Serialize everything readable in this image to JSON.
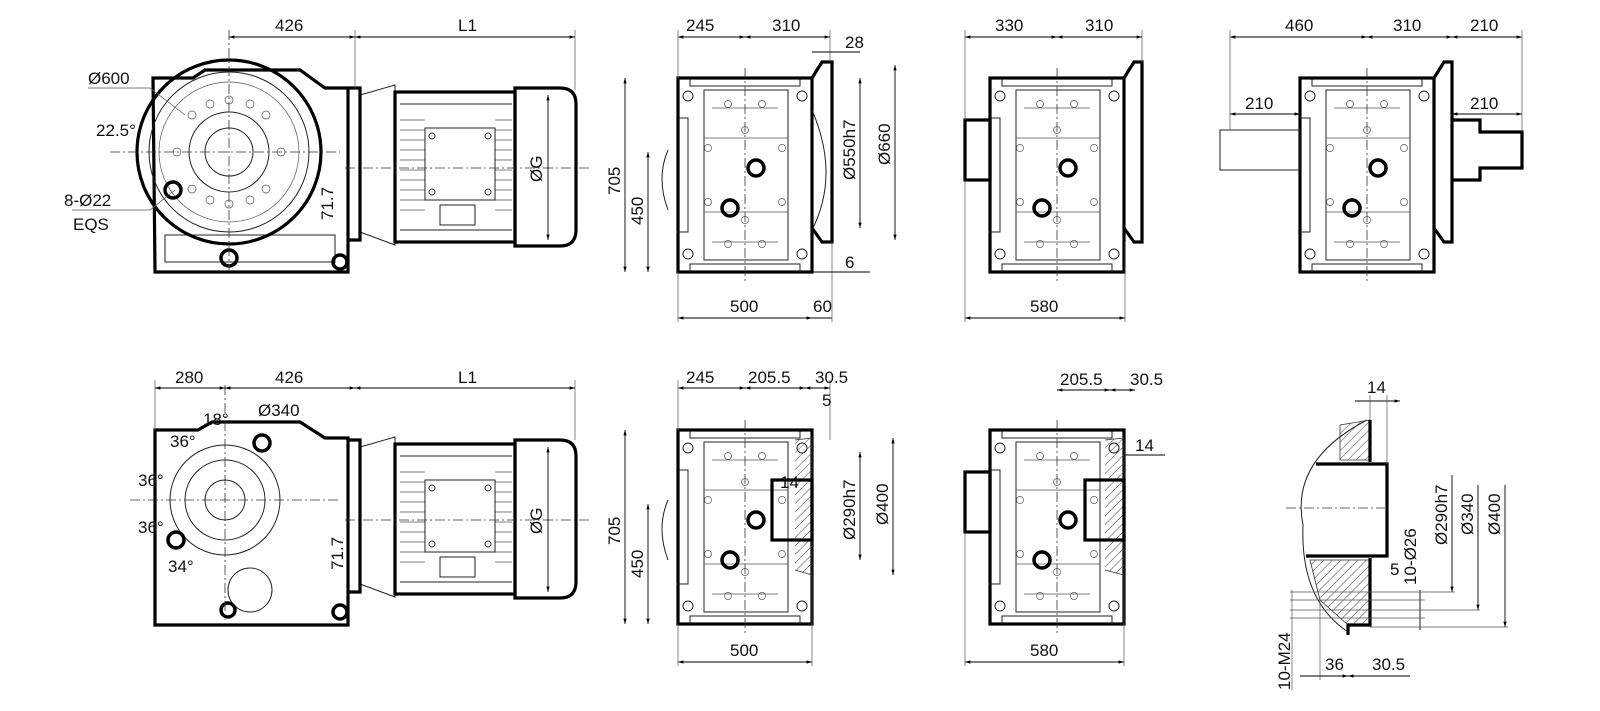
{
  "title": "K-series helical-bevel gear motor dimension drawing",
  "views": [
    {
      "name": "top-front-view",
      "labels": [
        "426",
        "L1",
        "Ø600",
        "22.5°",
        "8-Ø22",
        "EQS",
        "71.7",
        "ØG"
      ]
    },
    {
      "name": "top-side-view-flange",
      "labels": [
        "245",
        "310",
        "28",
        "Ø550h7",
        "Ø660",
        "705",
        "450",
        "6",
        "500",
        "60"
      ]
    },
    {
      "name": "top-side-view-hollow",
      "labels": [
        "330",
        "310",
        "580"
      ]
    },
    {
      "name": "top-side-view-shaft",
      "labels": [
        "460",
        "310",
        "210",
        "210",
        "210"
      ]
    },
    {
      "name": "bottom-front-view",
      "labels": [
        "280",
        "426",
        "L1",
        "18°",
        "Ø340",
        "36°",
        "36°",
        "36°",
        "34°",
        "71.7",
        "ØG"
      ]
    },
    {
      "name": "bottom-side-view-flange",
      "labels": [
        "245",
        "205.5",
        "30.5",
        "5",
        "14",
        "Ø290h7",
        "Ø400",
        "705",
        "450",
        "500"
      ]
    },
    {
      "name": "bottom-side-view-hollow",
      "labels": [
        "205.5",
        "30.5",
        "14",
        "580"
      ]
    },
    {
      "name": "flange-detail",
      "labels": [
        "14",
        "Ø290h7",
        "Ø340",
        "Ø400",
        "10-Ø26",
        "5",
        "10-M24",
        "36",
        "30.5"
      ]
    }
  ]
}
